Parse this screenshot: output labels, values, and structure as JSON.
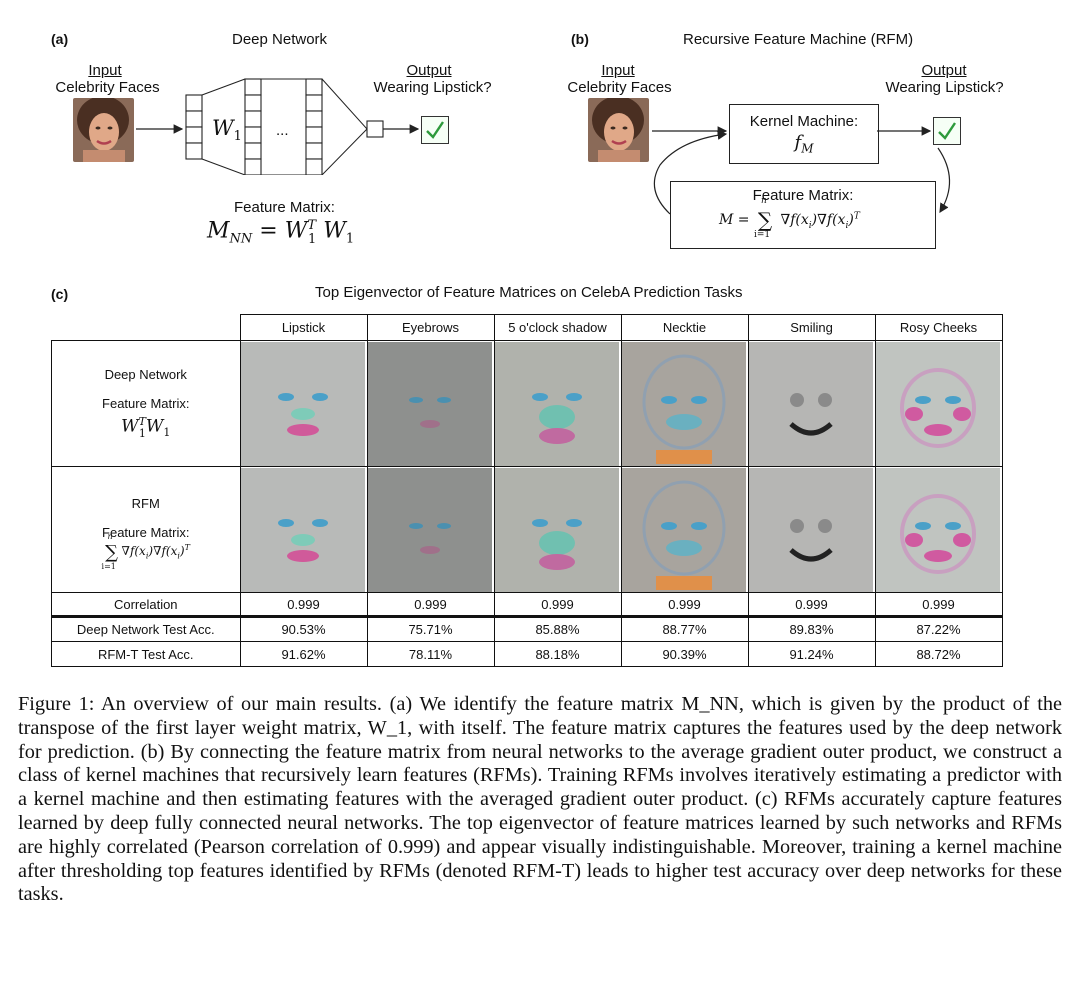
{
  "panel_a": {
    "tag": "(a)",
    "title": "Deep Network",
    "input_heading": "Input",
    "input_desc": "Celebrity Faces",
    "output_heading": "Output",
    "output_desc": "Wearing Lipstick?",
    "weight_label": "W",
    "weight_sub": "1",
    "ellipsis": "...",
    "feature_label": "Feature Matrix:",
    "feature_eq": "M_NN = W_1^T W_1"
  },
  "panel_b": {
    "tag": "(b)",
    "title": "Recursive Feature Machine (RFM)",
    "input_heading": "Input",
    "input_desc": "Celebrity Faces",
    "output_heading": "Output",
    "output_desc": "Wearing Lipstick?",
    "kernel_label": "Kernel Machine:",
    "kernel_sym": "f_M",
    "feature_label": "Feature Matrix:",
    "feature_eq": "M = Σ_{i=1}^{n} ∇f(x_i)∇f(x_i)^T"
  },
  "panel_c": {
    "tag": "(c)",
    "title": "Top Eigenvector of Feature Matrices on CelebA Prediction Tasks",
    "columns": [
      "Lipstick",
      "Eyebrows",
      "5 o'clock shadow",
      "Necktie",
      "Smiling",
      "Rosy Cheeks"
    ],
    "row_deep": {
      "name": "Deep Network",
      "feature_label": "Feature Matrix:",
      "eq": "W_1^T W_1"
    },
    "row_rfm": {
      "name": "RFM",
      "feature_label": "Feature Matrix:",
      "eq": "Σ_{i=1}^{n} ∇f(x_i)∇f(x_i)^T"
    },
    "metrics": [
      {
        "label": "Correlation",
        "values": [
          "0.999",
          "0.999",
          "0.999",
          "0.999",
          "0.999",
          "0.999"
        ]
      },
      {
        "label": "Deep Network Test Acc.",
        "values": [
          "90.53%",
          "75.71%",
          "85.88%",
          "88.77%",
          "89.83%",
          "87.22%"
        ]
      },
      {
        "label": "RFM-T Test Acc.",
        "values": [
          "91.62%",
          "78.11%",
          "88.18%",
          "90.39%",
          "91.24%",
          "88.72%"
        ]
      }
    ]
  },
  "caption": {
    "label": "Figure 1:",
    "text": "An overview of our main results. (a) We identify the feature matrix M_NN, which is given by the product of the transpose of the first layer weight matrix, W_1, with itself. The feature matrix captures the features used by the deep network for prediction. (b) By connecting the feature matrix from neural networks to the average gradient outer product, we construct a class of kernel machines that recursively learn features (RFMs). Training RFMs involves iteratively estimating a predictor with a kernel machine and then estimating features with the averaged gradient outer product. (c) RFMs accurately capture features learned by deep fully connected neural networks. The top eigenvector of feature matrices learned by such networks and RFMs are highly correlated (Pearson correlation of 0.999) and appear visually indistinguishable. Moreover, training a kernel machine after thresholding top features identified by RFMs (denoted RFM-T) leads to higher test accuracy over deep networks for these tasks."
  },
  "colors": {
    "check": "#2e9a3c",
    "text": "#111111"
  },
  "icons": [
    "face-photo",
    "check-icon",
    "arrow"
  ]
}
